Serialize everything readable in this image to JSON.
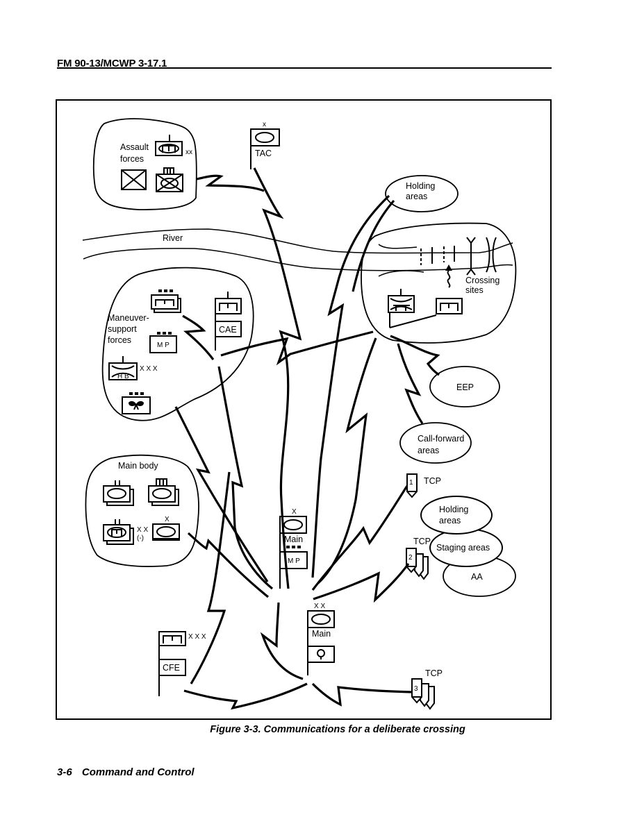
{
  "page": {
    "running_head": "FM 90-13/MCWP 3-17.1",
    "caption": "Figure 3-3.  Communications for a deliberate crossing",
    "footer_page_number": "3-6",
    "footer_title": "Command and Control"
  },
  "diagram": {
    "areas": {
      "assault_forces": {
        "label_line1": "Assault",
        "label_line2": "forces",
        "echelon": "xx"
      },
      "tac": {
        "label": "TAC",
        "echelon": "x"
      },
      "river": {
        "label": "River"
      },
      "holding_areas_top": {
        "line1": "Holding",
        "line2": "areas"
      },
      "crossing_sites": {
        "line1": "Crossing",
        "line2": "sites"
      },
      "maneuver_support": {
        "line1": "Maneuver-",
        "line2": "support",
        "line3": "forces",
        "mp_label": "M P",
        "hb_label": "H B",
        "hb_echelon": "X X X",
        "cae_label": "CAE"
      },
      "eep": {
        "label": "EEP"
      },
      "call_forward": {
        "line1": "Call-forward",
        "line2": "areas"
      },
      "main_body": {
        "label": "Main body",
        "echelon_1": "X X",
        "echelon_1_sub": "(-)",
        "echelon_2": "X"
      },
      "tcp1": {
        "number": "1",
        "label": "TCP"
      },
      "holding_areas_bottom": {
        "line1": "Holding",
        "line2": "areas"
      },
      "tcp2": {
        "number": "2",
        "label": "TCP"
      },
      "staging_areas": {
        "label": "Staging areas"
      },
      "aa": {
        "label": "AA"
      },
      "brigade_main": {
        "echelon": "X",
        "label": "Main",
        "mp_label": "M P"
      },
      "division_main": {
        "echelon": "X X",
        "label": "Main"
      },
      "cfe": {
        "echelon": "X X X",
        "label": "CFE"
      },
      "tcp3": {
        "number": "3",
        "label": "TCP"
      }
    }
  }
}
